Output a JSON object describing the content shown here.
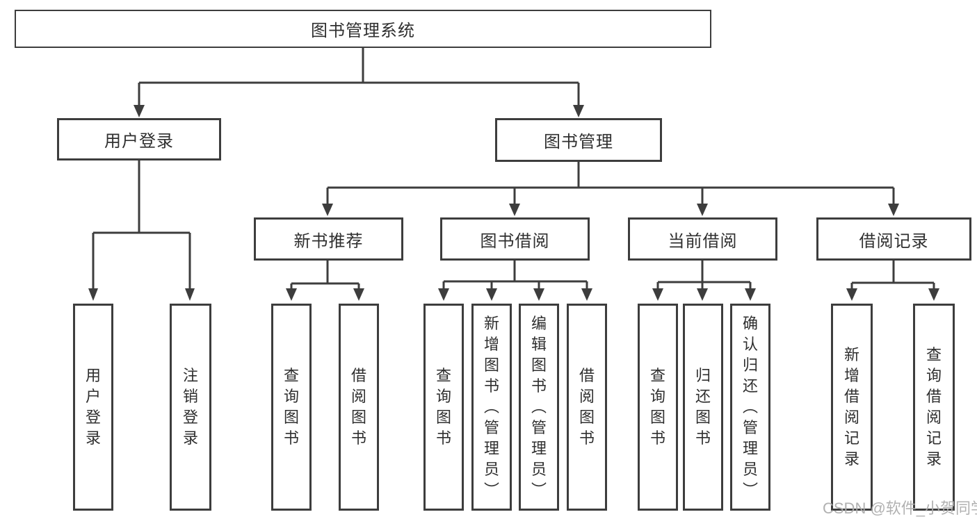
{
  "diagram_title": "图书管理系统",
  "watermark": "CSDN @软件_小贺同学",
  "colors": {
    "line": "#3d3d3d",
    "box_border": "#3d3d3d",
    "box_background": "#ffffff",
    "text": "#2f2f2f",
    "watermark": "#adadad"
  },
  "nodes": {
    "root": "图书管理系统",
    "user_login": "用户登录",
    "book_mgmt": "图书管理",
    "new_book_rec": "新书推荐",
    "book_borrow": "图书借阅",
    "current_borrow": "当前借阅",
    "borrow_records": "借阅记录",
    "leaf_user_login": "用户登录",
    "leaf_logout": "注销登录",
    "leaf_rec_query_book": "查询图书",
    "leaf_rec_borrow_book": "借阅图书",
    "leaf_bb_query_book": "查询图书",
    "leaf_bb_add_book": "新增图书（管理员）",
    "leaf_bb_edit_book": "编辑图书（管理员）",
    "leaf_bb_borrow_book": "借阅图书",
    "leaf_cb_query_book": "查询图书",
    "leaf_cb_return_book": "归还图书",
    "leaf_cb_confirm_return": "确认归还（管理员）",
    "leaf_br_add_record": "新增借阅记录",
    "leaf_br_query_record": "查询借阅记录"
  }
}
